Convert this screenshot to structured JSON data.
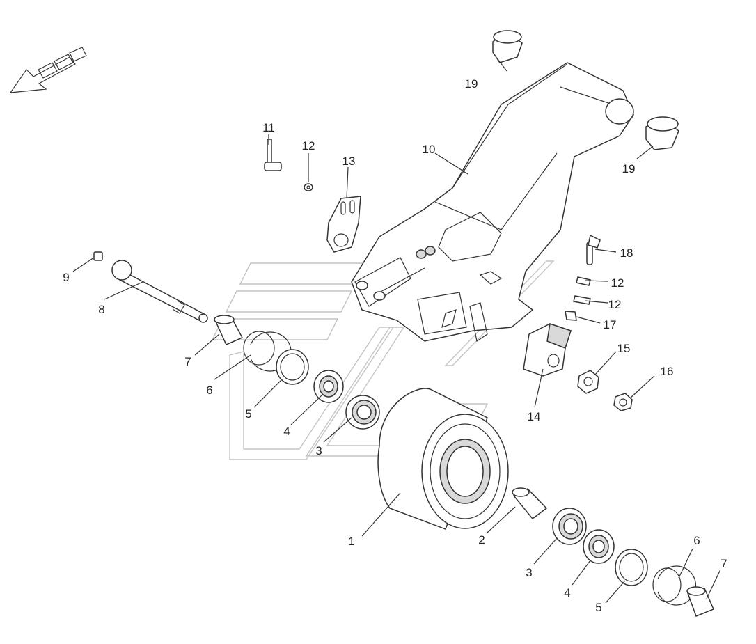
{
  "diagram": {
    "callouts": [
      {
        "id": "c1",
        "label": "1"
      },
      {
        "id": "c2",
        "label": "2"
      },
      {
        "id": "c3a",
        "label": "3"
      },
      {
        "id": "c3b",
        "label": "3"
      },
      {
        "id": "c4a",
        "label": "4"
      },
      {
        "id": "c4b",
        "label": "4"
      },
      {
        "id": "c5a",
        "label": "5"
      },
      {
        "id": "c5b",
        "label": "5"
      },
      {
        "id": "c6a",
        "label": "6"
      },
      {
        "id": "c6b",
        "label": "6"
      },
      {
        "id": "c7a",
        "label": "7"
      },
      {
        "id": "c7b",
        "label": "7"
      },
      {
        "id": "c8",
        "label": "8"
      },
      {
        "id": "c9",
        "label": "9"
      },
      {
        "id": "c10",
        "label": "10"
      },
      {
        "id": "c11",
        "label": "11"
      },
      {
        "id": "c12a",
        "label": "12"
      },
      {
        "id": "c12b",
        "label": "12"
      },
      {
        "id": "c12c",
        "label": "12"
      },
      {
        "id": "c13",
        "label": "13"
      },
      {
        "id": "c14",
        "label": "14"
      },
      {
        "id": "c15",
        "label": "15"
      },
      {
        "id": "c16",
        "label": "16"
      },
      {
        "id": "c17",
        "label": "17"
      },
      {
        "id": "c18",
        "label": "18"
      },
      {
        "id": "c19a",
        "label": "19"
      },
      {
        "id": "c19b",
        "label": "19"
      }
    ]
  },
  "colors": {
    "line": "#333333",
    "watermark": "#c4c4c4",
    "background": "#ffffff"
  }
}
